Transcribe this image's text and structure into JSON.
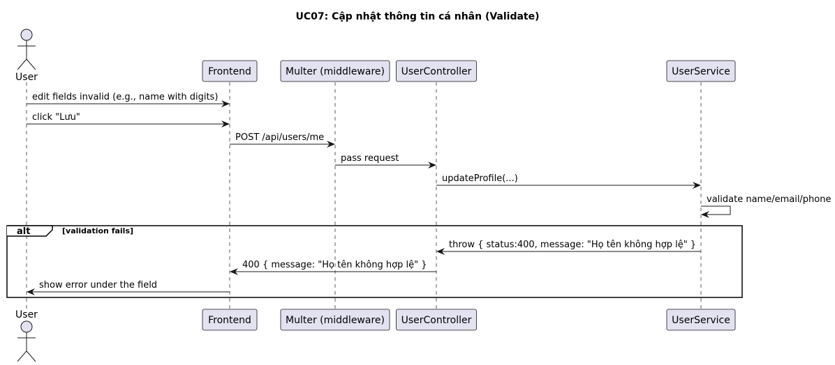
{
  "title": "UC07: Cập nhật thông tin cá nhân (Validate)",
  "participants": [
    {
      "id": "user",
      "label": "User",
      "kind": "actor"
    },
    {
      "id": "frontend",
      "label": "Frontend",
      "kind": "box"
    },
    {
      "id": "multer",
      "label": "Multer (middleware)",
      "kind": "box"
    },
    {
      "id": "controller",
      "label": "UserController",
      "kind": "box"
    },
    {
      "id": "service",
      "label": "UserService",
      "kind": "box"
    }
  ],
  "messages": [
    {
      "from": "user",
      "to": "frontend",
      "text": "edit fields invalid (e.g., name with digits)"
    },
    {
      "from": "user",
      "to": "frontend",
      "text": "click \"Lưu\""
    },
    {
      "from": "frontend",
      "to": "multer",
      "text": "POST /api/users/me"
    },
    {
      "from": "multer",
      "to": "controller",
      "text": "pass request"
    },
    {
      "from": "controller",
      "to": "service",
      "text": "updateProfile(...)"
    },
    {
      "from": "service",
      "to": "service",
      "text": "validate name/email/phone"
    },
    {
      "from": "service",
      "to": "controller",
      "text": "throw { status:400, message: \"Họ tên không hợp lệ\" }"
    },
    {
      "from": "controller",
      "to": "frontend",
      "text": "400 { message: \"Họ tên không hợp lệ\" }"
    },
    {
      "from": "frontend",
      "to": "user",
      "text": "show error under the field"
    }
  ],
  "fragment": {
    "operator": "alt",
    "condition": "[validation fails]"
  },
  "colors": {
    "participant_fill": "#E2E2F0",
    "participant_border": "#181818",
    "lifeline": "#181818",
    "arrow": "#181818"
  }
}
